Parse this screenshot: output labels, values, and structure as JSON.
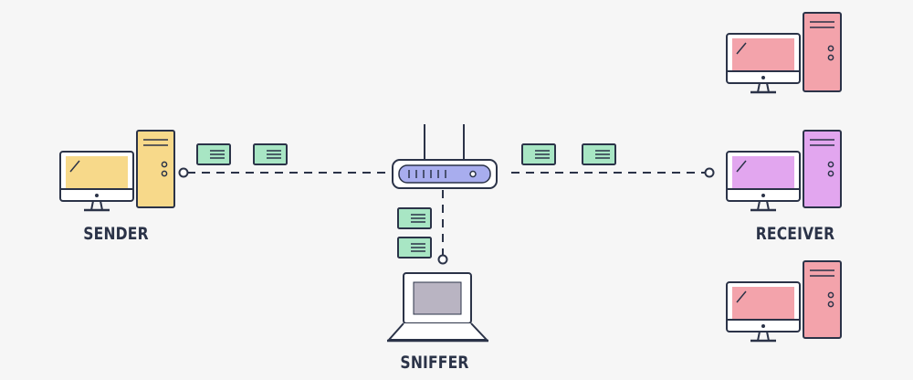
{
  "labels": {
    "sender": "SENDER",
    "receiver": "RECEIVER",
    "sniffer": "SNIFFER"
  },
  "colors": {
    "outline": "#2b3348",
    "sender_fill": "#f7d98a",
    "receiver_top_fill": "#f3a3ab",
    "receiver_mid_fill": "#e2a6ef",
    "receiver_bottom_fill": "#f3a3ab",
    "router_fill": "#a8adee",
    "packet_fill": "#a8e6c4",
    "laptop_screen": "#b9b4c2"
  },
  "icons": {
    "sender": "desktop-computer-icon",
    "receivers": "desktop-computer-icon",
    "router": "router-icon",
    "sniffer": "laptop-icon",
    "packets": "data-packet-icon"
  }
}
